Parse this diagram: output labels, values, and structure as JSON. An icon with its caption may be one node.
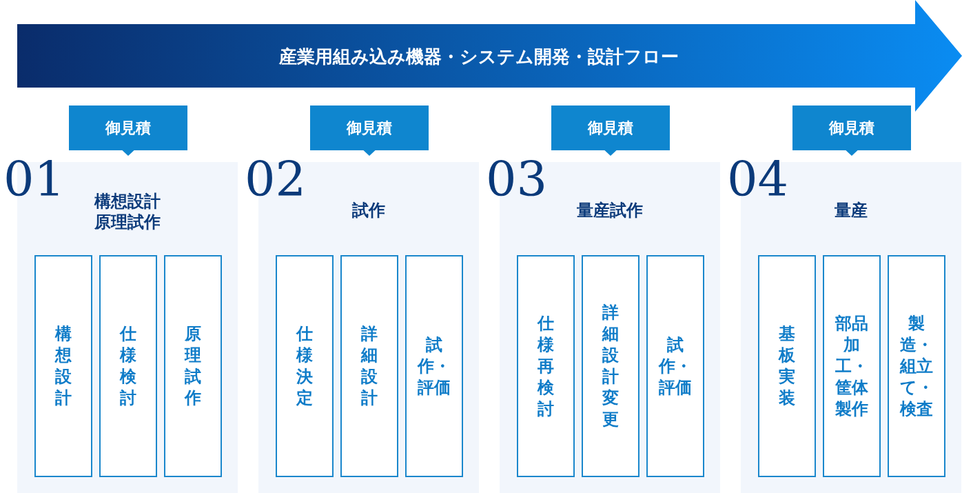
{
  "diagram": {
    "title": "産業用組み込み機器・システム開発・設計フロー",
    "nodes": [
      {
        "text": [
          "御見積"
        ]
      },
      {
        "text": [
          "構想設計原理試作"
        ],
        "beside": [
          "01"
        ]
      },
      {
        "text": [
          "構想設計"
        ],
        "in": 1
      },
      {
        "text": [
          "仕様検討"
        ],
        "in": 1
      },
      {
        "text": [
          "原理試作"
        ],
        "in": 1
      },
      {
        "text": [
          "御見積"
        ]
      },
      {
        "text": [
          "試作"
        ],
        "beside": [
          "02"
        ]
      },
      {
        "text": [
          "仕様決定"
        ],
        "in": 6
      },
      {
        "text": [
          "詳細設計"
        ],
        "in": 6
      },
      {
        "text": [
          "試作・評価"
        ],
        "in": 6
      },
      {
        "text": [
          "御見積"
        ]
      },
      {
        "text": [
          "量産試作"
        ],
        "beside": [
          "03"
        ]
      },
      {
        "text": [
          "仕様再検討"
        ],
        "in": 11
      },
      {
        "text": [
          "詳細設計変更"
        ],
        "in": 11
      },
      {
        "text": [
          "試作・評価"
        ],
        "in": 11
      },
      {
        "text": [
          "御見積"
        ]
      },
      {
        "text": [
          "量産"
        ],
        "beside": [
          "04"
        ]
      },
      {
        "text": [
          "基板実装"
        ],
        "in": 16
      },
      {
        "text": [
          "部品加工・筐体製作"
        ],
        "in": 16
      },
      {
        "text": [
          "製造・組立て・検査"
        ],
        "in": 16
      }
    ],
    "edges": []
  }
}
